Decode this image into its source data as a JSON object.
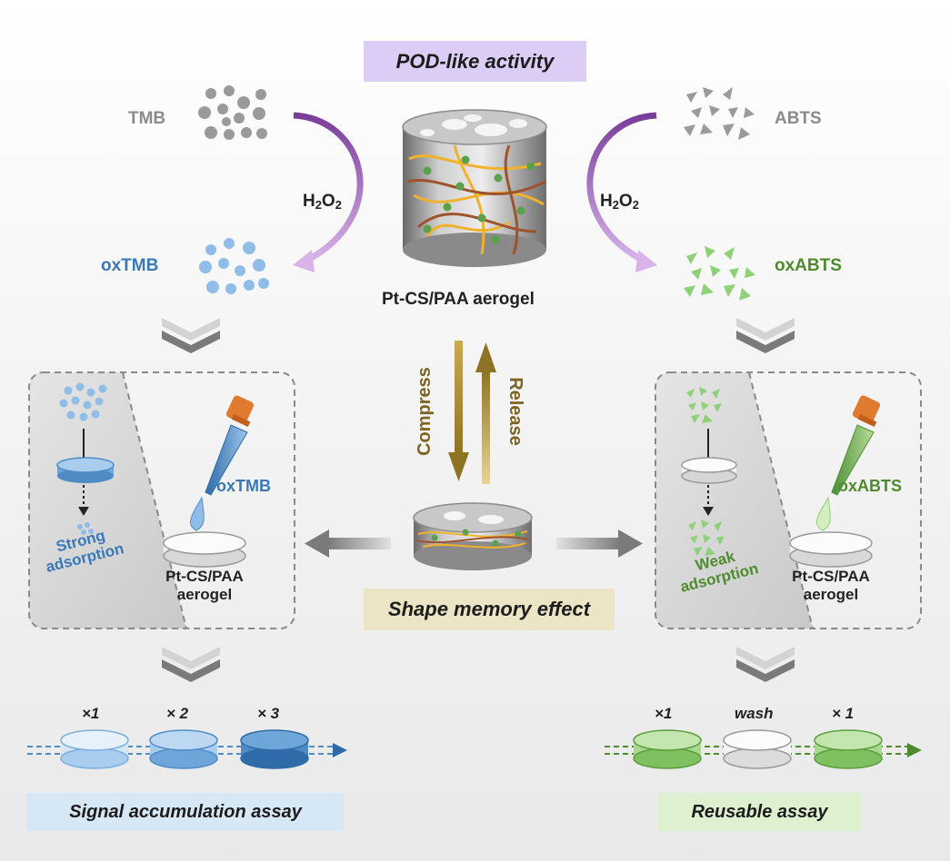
{
  "title": "POD-like activity",
  "top": {
    "tmb_label": "TMB",
    "oxtmb_label": "oxTMB",
    "abts_label": "ABTS",
    "oxabts_label": "oxABTS",
    "h2o2_main": "H",
    "h2o2_sub1": "2",
    "h2o2_mid": "O",
    "h2o2_sub2": "2",
    "aerogel_label": "Pt-CS/PAA aerogel"
  },
  "center": {
    "compress_label": "Compress",
    "release_label": "Release",
    "shape_memory_label": "Shape memory effect"
  },
  "left_panel": {
    "reagent_label": "oxTMB",
    "adsorption_line1": "Strong",
    "adsorption_line2": "adsorption",
    "aerogel_line1": "Pt-CS/PAA",
    "aerogel_line2": "aerogel"
  },
  "right_panel": {
    "reagent_label": "oxABTS",
    "adsorption_line1": "Weak",
    "adsorption_line2": "adsorption",
    "aerogel_line1": "Pt-CS/PAA",
    "aerogel_line2": "aerogel"
  },
  "bottom_left": {
    "steps": [
      "×1",
      "× 2",
      "× 3"
    ],
    "assay_label": "Signal accumulation assay"
  },
  "bottom_right": {
    "steps": [
      "×1",
      "wash",
      "× 1"
    ],
    "assay_label": "Reusable assay"
  },
  "colors": {
    "purple_arrow": "#9b5db8",
    "blue_accent": "#3a78b8",
    "green_accent": "#4e8b2e",
    "gold_arrow": "#8f7325",
    "gray_particles": "#9a9a9a"
  }
}
